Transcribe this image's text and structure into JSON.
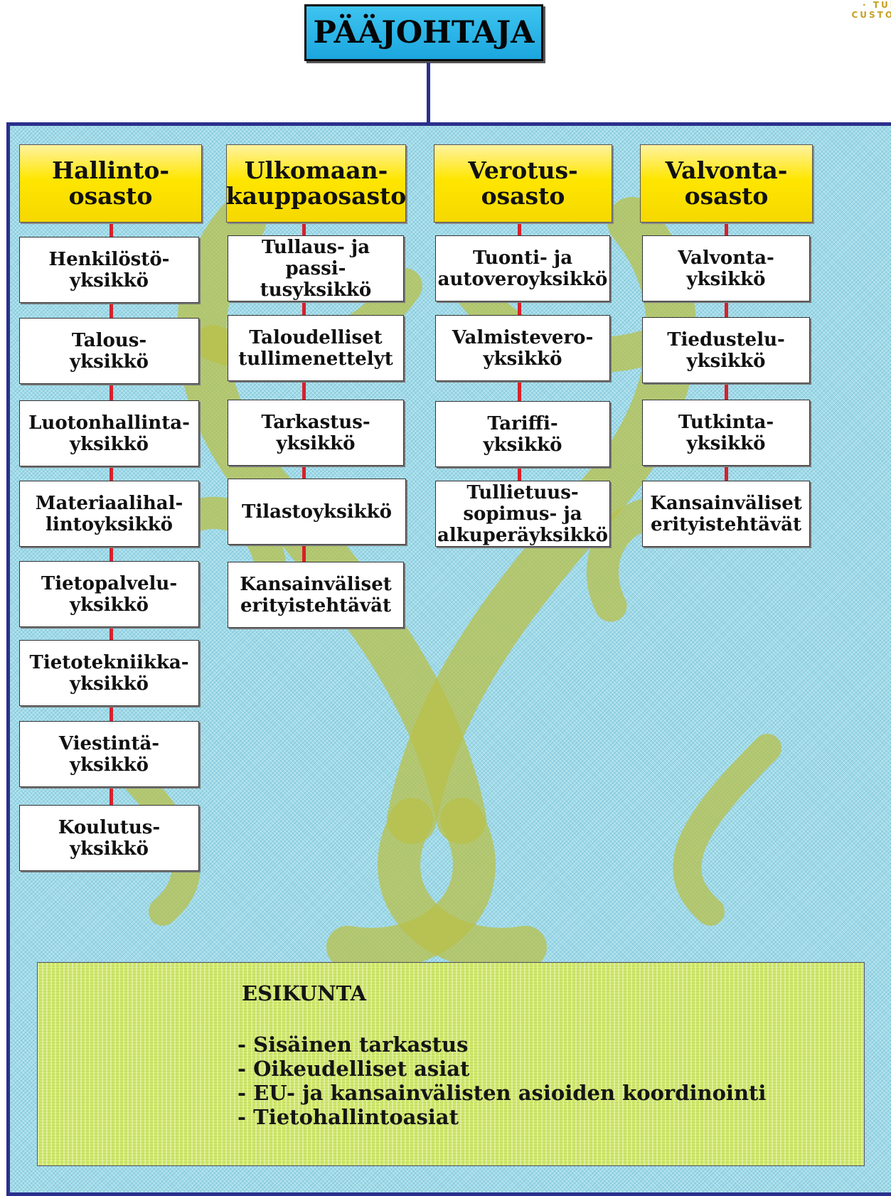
{
  "logo": {
    "line1": "· TULL",
    "line2": "CUSTOM"
  },
  "director": "PÄÄJOHTAJA",
  "departments": [
    {
      "name": "Hallinto-\nosasto",
      "units": [
        "Henkilöstö-\nyksikkö",
        "Talous-\nyksikkö",
        "Luotonhallinta-\nyksikkö",
        "Materiaalihal-\nlintoyksikkö",
        "Tietopalvelu-\nyksikkö",
        "Tietotekniikka-\nyksikkö",
        "Viestintä-\nyksikkö",
        "Koulutus-\nyksikkö"
      ]
    },
    {
      "name": "Ulkomaan-\nkauppaosasto",
      "units": [
        "Tullaus- ja passi-\ntusyksikkö",
        "Taloudelliset\ntullimenettelyt",
        "Tarkastus-\nyksikkö",
        "Tilastoyksikkö",
        "Kansainväliset\nerityistehtävät"
      ]
    },
    {
      "name": "Verotus-\nosasto",
      "units": [
        "Tuonti- ja\nautoveroyksikkö",
        "Valmistevero-\nyksikkö",
        "Tariffi-\nyksikkö",
        "Tullietuus-\nsopimus- ja\nalkuperäyksikkö"
      ]
    },
    {
      "name": "Valvonta-\nosasto",
      "units": [
        "Valvonta-\nyksikkö",
        "Tiedustelu-\nyksikkö",
        "Tutkinta-\nyksikkö",
        "Kansainväliset\nerityistehtävät"
      ]
    }
  ],
  "staff": {
    "title": "ESIKUNTA",
    "items": [
      "- Sisäinen tarkastus",
      "- Oikeudelliset asiat",
      "- EU- ja kansainvälisten asioiden koordinointi",
      "- Tietohallintoasiat"
    ]
  }
}
